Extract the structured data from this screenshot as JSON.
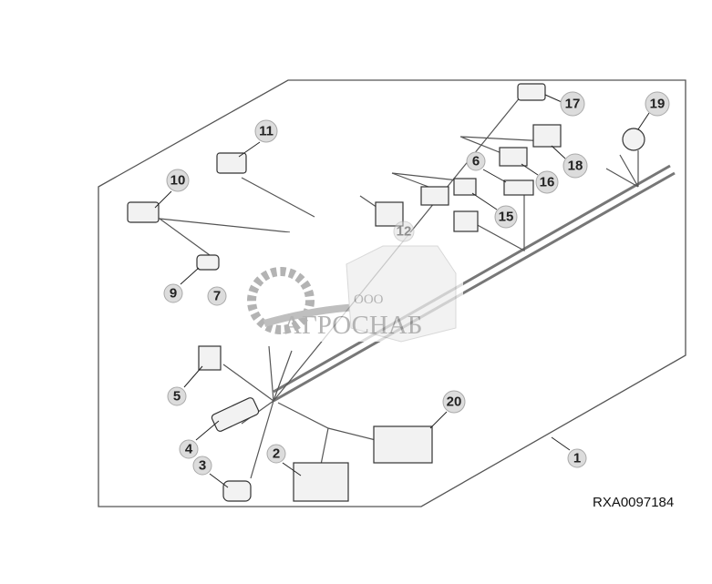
{
  "figure_id": "RXA0097184",
  "watermark": {
    "prefix": "ООО",
    "name": "АГРОСНАБ"
  },
  "callouts": {
    "c1": "1",
    "c2": "2",
    "c3": "3",
    "c4": "4",
    "c5": "5",
    "c6": "6",
    "c7": "7",
    "c9": "9",
    "c10": "10",
    "c11": "11",
    "c12": "12",
    "c15": "15",
    "c16": "16",
    "c17": "17",
    "c18": "18",
    "c19": "19",
    "c20": "20"
  },
  "colors": {
    "callout_fill": "#dcdcdc",
    "line": "#333333",
    "watermark": "#9a9a9a"
  }
}
